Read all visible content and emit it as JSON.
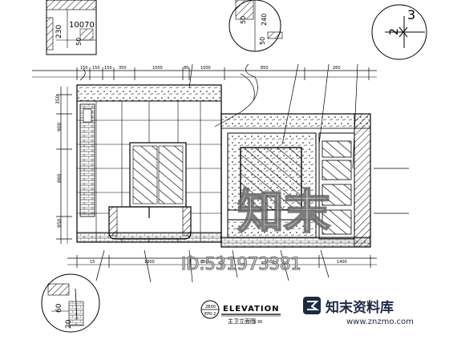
{
  "drawing": {
    "elevation_label": "ELEVATION",
    "elevation_subtitle": "主卫立面图",
    "sheet_ref_top": "2B00",
    "sheet_ref_bottom": "EP0-2",
    "scale_text": "1:30"
  },
  "details": {
    "top_left_dims": [
      "230",
      "10070",
      "50"
    ],
    "top_mid_dims": [
      "50",
      "240",
      "50"
    ],
    "top_right_numbers": [
      "3",
      "2"
    ],
    "bottom_left_dims": [
      "60",
      "20"
    ]
  },
  "dimensions": {
    "top_row": [
      "150",
      "150",
      "150",
      "350",
      "1000",
      "80",
      "1000",
      "850",
      "260"
    ],
    "left_col": [
      "350",
      "900",
      "860",
      "950"
    ],
    "bottom_row": [
      "15",
      "1800",
      "350",
      "1000",
      "1400"
    ]
  },
  "watermark": {
    "brand_logo": "知末",
    "id_text": "ID:531973381",
    "site_name": "知末资料库",
    "site_url": "www.znzmo.com"
  }
}
